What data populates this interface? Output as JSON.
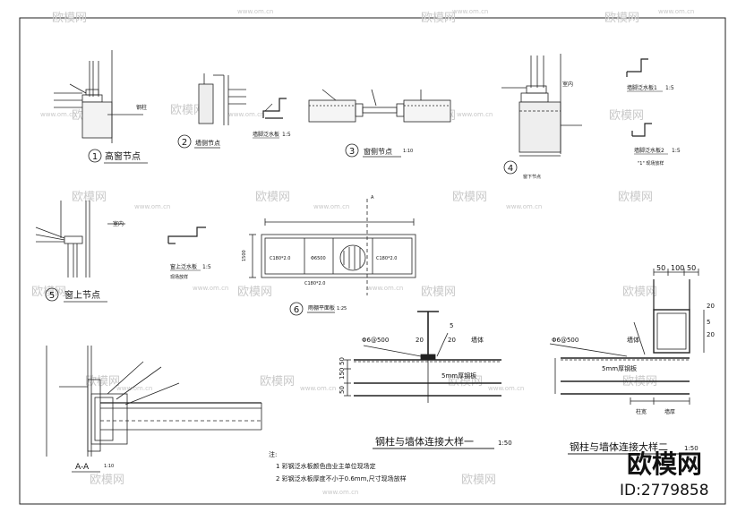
{
  "watermark": {
    "brand": "欧模网",
    "site": "www.om.cn",
    "logo_brand": "欧模网",
    "id_text": "ID:2779858"
  },
  "details": {
    "d1": {
      "number": "1",
      "title": "高窗节点"
    },
    "d2": {
      "number": "2",
      "title": "墙侧节点"
    },
    "d3": {
      "number": "3",
      "title": "窗侧节点",
      "scale": "1:10"
    },
    "d4": {
      "number": "4",
      "title": "窗下节点"
    },
    "d5": {
      "number": "5",
      "title": "窗上节点"
    },
    "d6": {
      "number": "6",
      "title": "雨棚平面板",
      "scale": "1:25"
    },
    "d7": {
      "title": "墙脚泛水板",
      "scale": "1:5"
    },
    "d8": {
      "title": "墙脚泛水板1",
      "scale": "1:5"
    },
    "d9": {
      "title": "墙脚泛水板2",
      "scale": "1:5"
    },
    "d10": {
      "title": "窗上泛水板",
      "scale": "1:5"
    }
  },
  "section_aa": {
    "title": "A-A",
    "scale": "1:10"
  },
  "steel_detail_1": {
    "title": "钢柱与墙体连接大样一",
    "scale": "1:50",
    "rebar": "Φ6@500",
    "plate": "5mm厚钢板",
    "wall": "墙体",
    "dims": [
      "20",
      "5",
      "20",
      "50",
      "150",
      "50"
    ]
  },
  "steel_detail_2": {
    "title": "钢柱与墙体连接大样二",
    "scale": "1:50",
    "rebar": "Φ6@500",
    "plate": "5mm厚钢板",
    "wall": "墙体",
    "col_width": "柱宽",
    "wall_thk": "墙厚",
    "dims_top": [
      "50",
      "100",
      "50"
    ],
    "dims_side": [
      "20",
      "5",
      "20"
    ]
  },
  "canopy": {
    "labels": [
      "C180*2.0",
      "Φ6500",
      "C180*2.0",
      "C180*2.0"
    ],
    "bottom": "C180*2.0",
    "mark": "A",
    "dim": "1500"
  },
  "notes": {
    "heading": "注:",
    "items": [
      "1  彩钢泛水板颜色由业主单位现场定",
      "2  彩钢泛水板厚度不小于0.6mm,尺寸现场放样"
    ]
  },
  "small_labels": {
    "room": "室内",
    "steel_col": "钢柱",
    "note_a": "现场放样",
    "note_b": "\"1\" 现场放样"
  }
}
